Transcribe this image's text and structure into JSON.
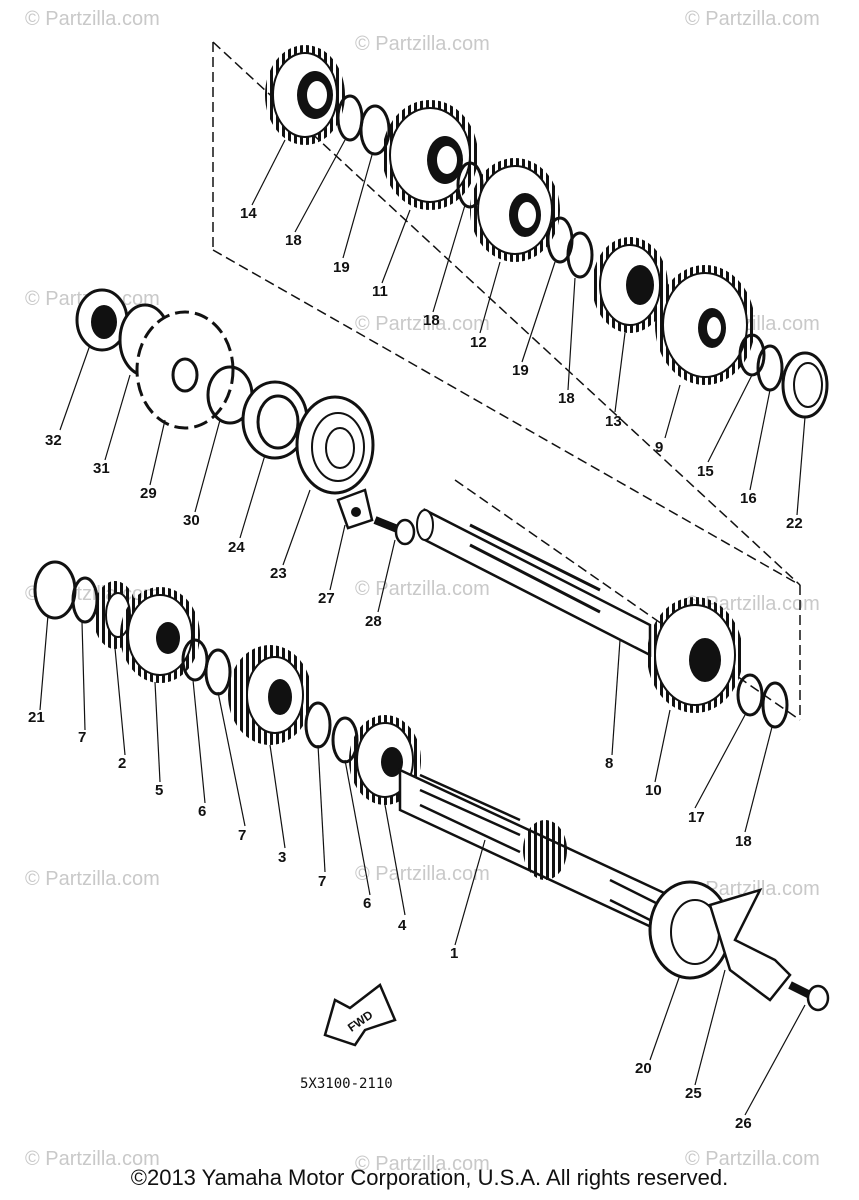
{
  "watermark": "© Partzilla.com",
  "drawing_code": "5X3100-2110",
  "fwd_label": "FWD",
  "copyright": "©2013 Yamaha Motor Corporation, U.S.A. All rights reserved.",
  "callouts": [
    "14",
    "18",
    "19",
    "11",
    "18",
    "12",
    "19",
    "18",
    "13",
    "9",
    "15",
    "16",
    "22",
    "32",
    "31",
    "29",
    "30",
    "24",
    "23",
    "27",
    "28",
    "21",
    "7",
    "2",
    "5",
    "6",
    "7",
    "3",
    "7",
    "6",
    "4",
    "8",
    "10",
    "17",
    "18",
    "1",
    "20",
    "25",
    "26"
  ]
}
